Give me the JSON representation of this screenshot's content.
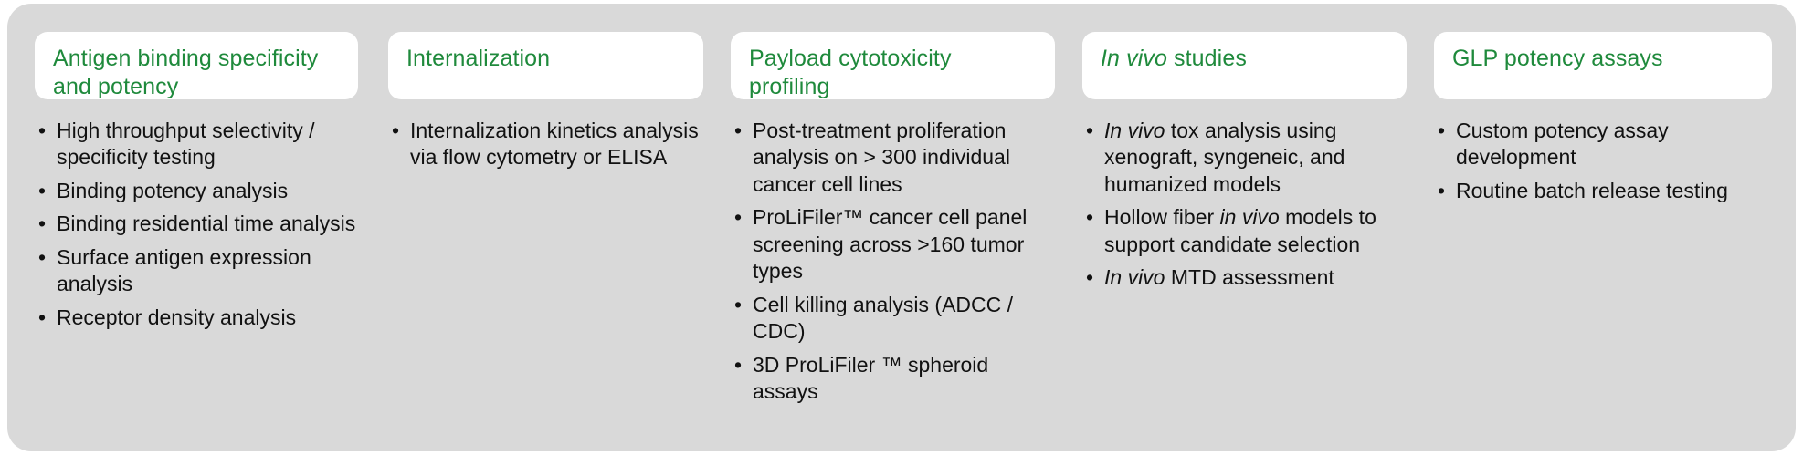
{
  "canvas": {
    "background": "#ffffff",
    "board_background": "#d9d9d9",
    "accent_green": "#1f8a3c",
    "card_background": "#ffffff",
    "body_text_color": "#111111"
  },
  "columns": [
    {
      "id": "antigen-binding-specificity-and-potency",
      "title": "Antigen binding specificity and potency",
      "title_html": "Antigen binding specificity\nand potency",
      "bullets": [
        {
          "text": "High throughput selectivity / specificity testing",
          "html": "High throughput selectivity / specificity testing"
        },
        {
          "text": "Binding potency analysis",
          "html": "Binding potency analysis"
        },
        {
          "text": "Binding residential time analysis",
          "html": "Binding residential time analysis"
        },
        {
          "text": "Surface antigen expression analysis",
          "html": "Surface antigen expression analysis"
        },
        {
          "text": "Receptor density analysis",
          "html": "Receptor density analysis"
        }
      ]
    },
    {
      "id": "internalization",
      "title": "Internalization",
      "title_html": "Internalization",
      "bullets": [
        {
          "text": "Internalization kinetics analysis via flow cytometry or ELISA",
          "html": "Internalization kinetics analysis via flow cytometry or ELISA"
        }
      ]
    },
    {
      "id": "payload-cytotoxicity-profiling",
      "title": "Payload cytotoxicity profiling",
      "title_html": "Payload cytotoxicity\nprofiling",
      "bullets": [
        {
          "text": "Post-treatment proliferation analysis on > 300 individual cancer cell lines",
          "html": "Post-treatment proliferation analysis on > 300 individual cancer cell lines"
        },
        {
          "text": "ProLiFiler™ cancer cell panel screening across >160 tumor types",
          "html": "ProLiFiler™ cancer cell panel screening across >160 tumor types"
        },
        {
          "text": "Cell killing analysis (ADCC / CDC)",
          "html": "Cell killing analysis (ADCC / CDC)"
        },
        {
          "text": "3D ProLiFiler ™ spheroid assays",
          "html": "3D ProLiFiler ™ spheroid assays"
        }
      ]
    },
    {
      "id": "in-vivo-studies",
      "title": "In vivo studies",
      "title_html": "<i>In vivo</i> studies",
      "bullets": [
        {
          "text": "In vivo tox analysis using xenograft, syngeneic, and humanized models",
          "html": "<i>In vivo</i> tox analysis using xenograft, syngeneic, and humanized models"
        },
        {
          "text": "Hollow fiber in vivo models to support candidate selection",
          "html": "Hollow fiber <i>in vivo</i> models to support candidate selection"
        },
        {
          "text": "In vivo MTD assessment",
          "html": "<i>In vivo</i> MTD assessment"
        }
      ]
    },
    {
      "id": "glp-potency-assays",
      "title": "GLP potency assays",
      "title_html": "GLP potency assays",
      "bullets": [
        {
          "text": "Custom potency assay development",
          "html": "Custom potency assay development"
        },
        {
          "text": "Routine batch release testing",
          "html": "Routine batch release testing"
        }
      ]
    }
  ],
  "bullet_glyph": "•"
}
